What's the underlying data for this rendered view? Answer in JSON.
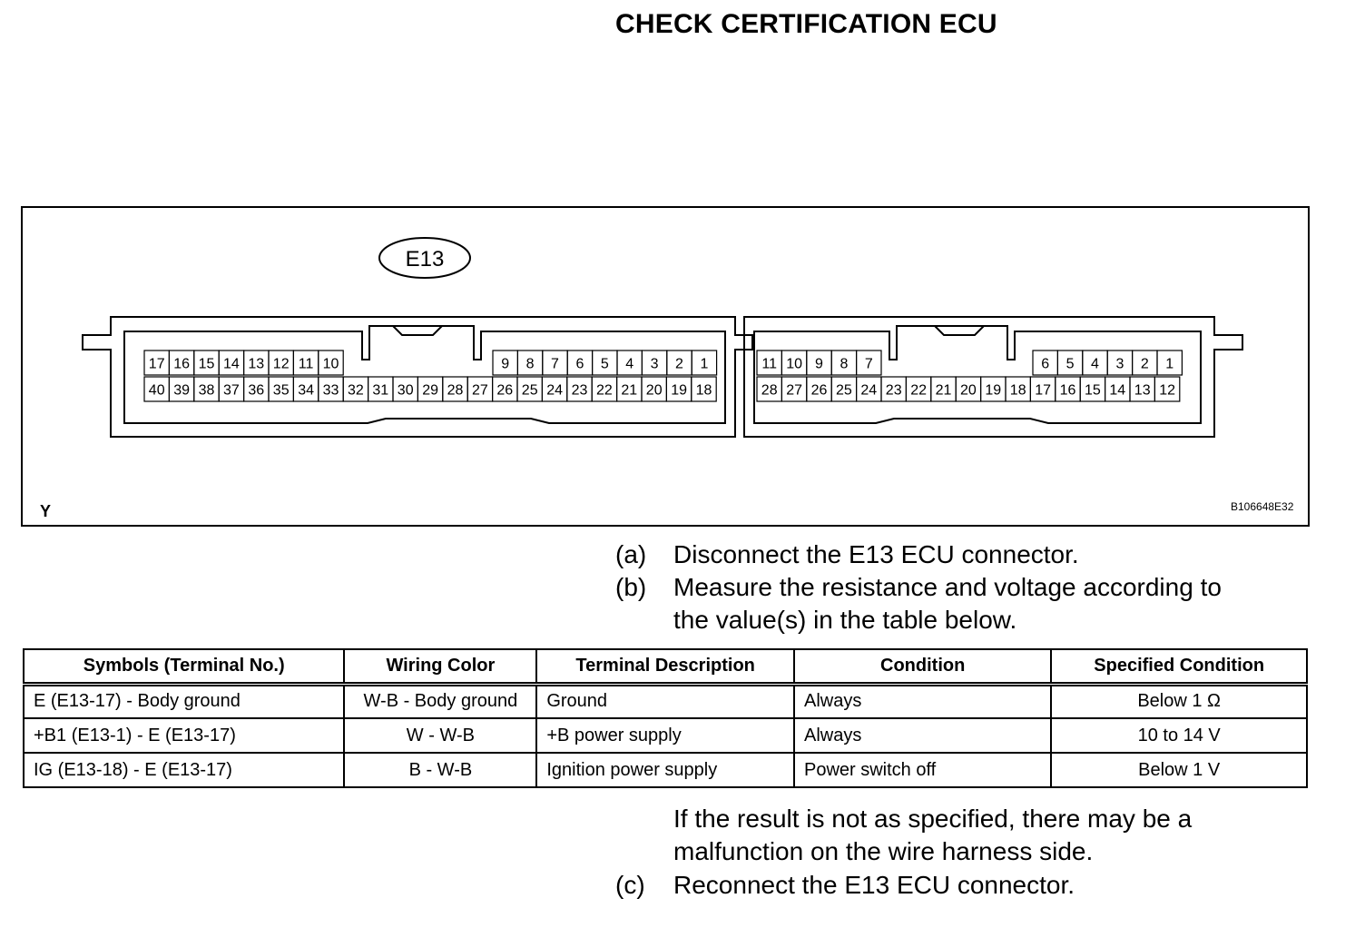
{
  "title": "CHECK CERTIFICATION ECU",
  "diagram": {
    "connector_label": "E13",
    "side_tag": "Y",
    "figure_code": "B106648E32",
    "left_block": {
      "top_left": [
        "17",
        "16",
        "15",
        "14",
        "13",
        "12",
        "11",
        "10"
      ],
      "top_right": [
        "9",
        "8",
        "7",
        "6",
        "5",
        "4",
        "3",
        "2",
        "1"
      ],
      "bottom": [
        "40",
        "39",
        "38",
        "37",
        "36",
        "35",
        "34",
        "33",
        "32",
        "31",
        "30",
        "29",
        "28",
        "27",
        "26",
        "25",
        "24",
        "23",
        "22",
        "21",
        "20",
        "19",
        "18"
      ]
    },
    "right_block": {
      "top_left": [
        "11",
        "10",
        "9",
        "8",
        "7"
      ],
      "top_right": [
        "6",
        "5",
        "4",
        "3",
        "2",
        "1"
      ],
      "bottom": [
        "28",
        "27",
        "26",
        "25",
        "24",
        "23",
        "22",
        "21",
        "20",
        "19",
        "18",
        "17",
        "16",
        "15",
        "14",
        "13",
        "12"
      ]
    }
  },
  "steps": {
    "a": {
      "label": "(a)",
      "text": "Disconnect the E13 ECU connector."
    },
    "b": {
      "label": "(b)",
      "line1": "Measure the resistance and voltage according to",
      "line2": "the value(s) in the table below."
    },
    "c": {
      "label": "(c)",
      "text": "Reconnect the E13 ECU connector."
    }
  },
  "table": {
    "headers": [
      "Symbols (Terminal No.)",
      "Wiring Color",
      "Terminal Description",
      "Condition",
      "Specified Condition"
    ],
    "rows": [
      [
        "E (E13-17) - Body ground",
        "W-B - Body ground",
        "Ground",
        "Always",
        "Below 1 Ω"
      ],
      [
        "+B1 (E13-1) - E (E13-17)",
        "W - W-B",
        "+B power supply",
        "Always",
        "10 to 14 V"
      ],
      [
        "IG (E13-18) - E (E13-17)",
        "B - W-B",
        "Ignition power supply",
        "Power switch off",
        "Below 1 V"
      ]
    ]
  },
  "note": {
    "line1": "If the result is not as specified, there may be a",
    "line2": "malfunction on the wire harness side."
  }
}
